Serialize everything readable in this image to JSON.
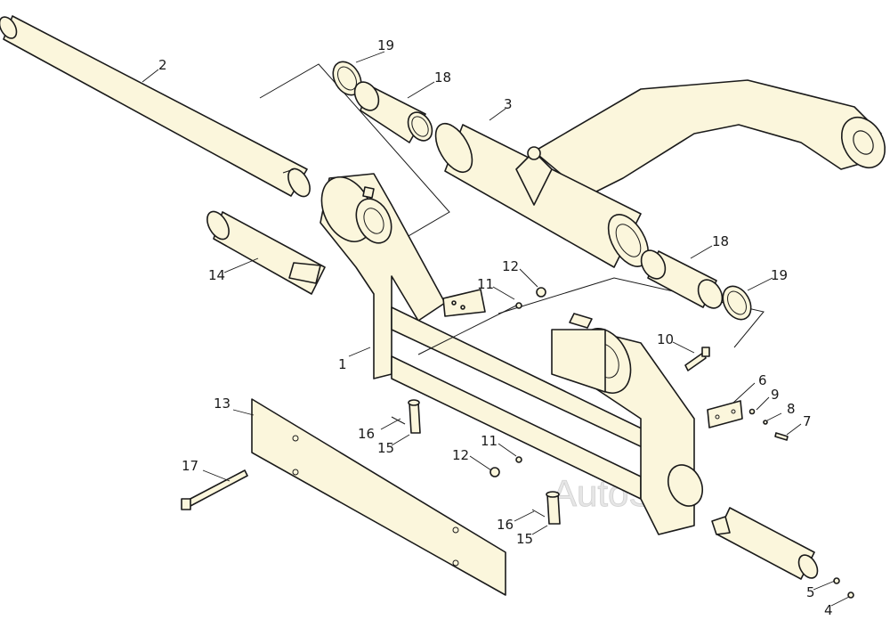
{
  "watermark": "AutoSoft",
  "callouts": {
    "c1": "1",
    "c2": "2",
    "c3": "3",
    "c4": "4",
    "c5": "5",
    "c6": "6",
    "c7": "7",
    "c8": "8",
    "c9": "9",
    "c10": "10",
    "c11a": "11",
    "c11b": "11",
    "c12a": "12",
    "c12b": "12",
    "c13": "13",
    "c14": "14",
    "c15a": "15",
    "c15b": "15",
    "c16a": "16",
    "c16b": "16",
    "c17": "17",
    "c18a": "18",
    "c18b": "18",
    "c19a": "19",
    "c19b": "19"
  },
  "colors": {
    "part_fill": "#fbf6dc",
    "line": "#1a1a1a",
    "watermark": "#e6e6e6"
  }
}
